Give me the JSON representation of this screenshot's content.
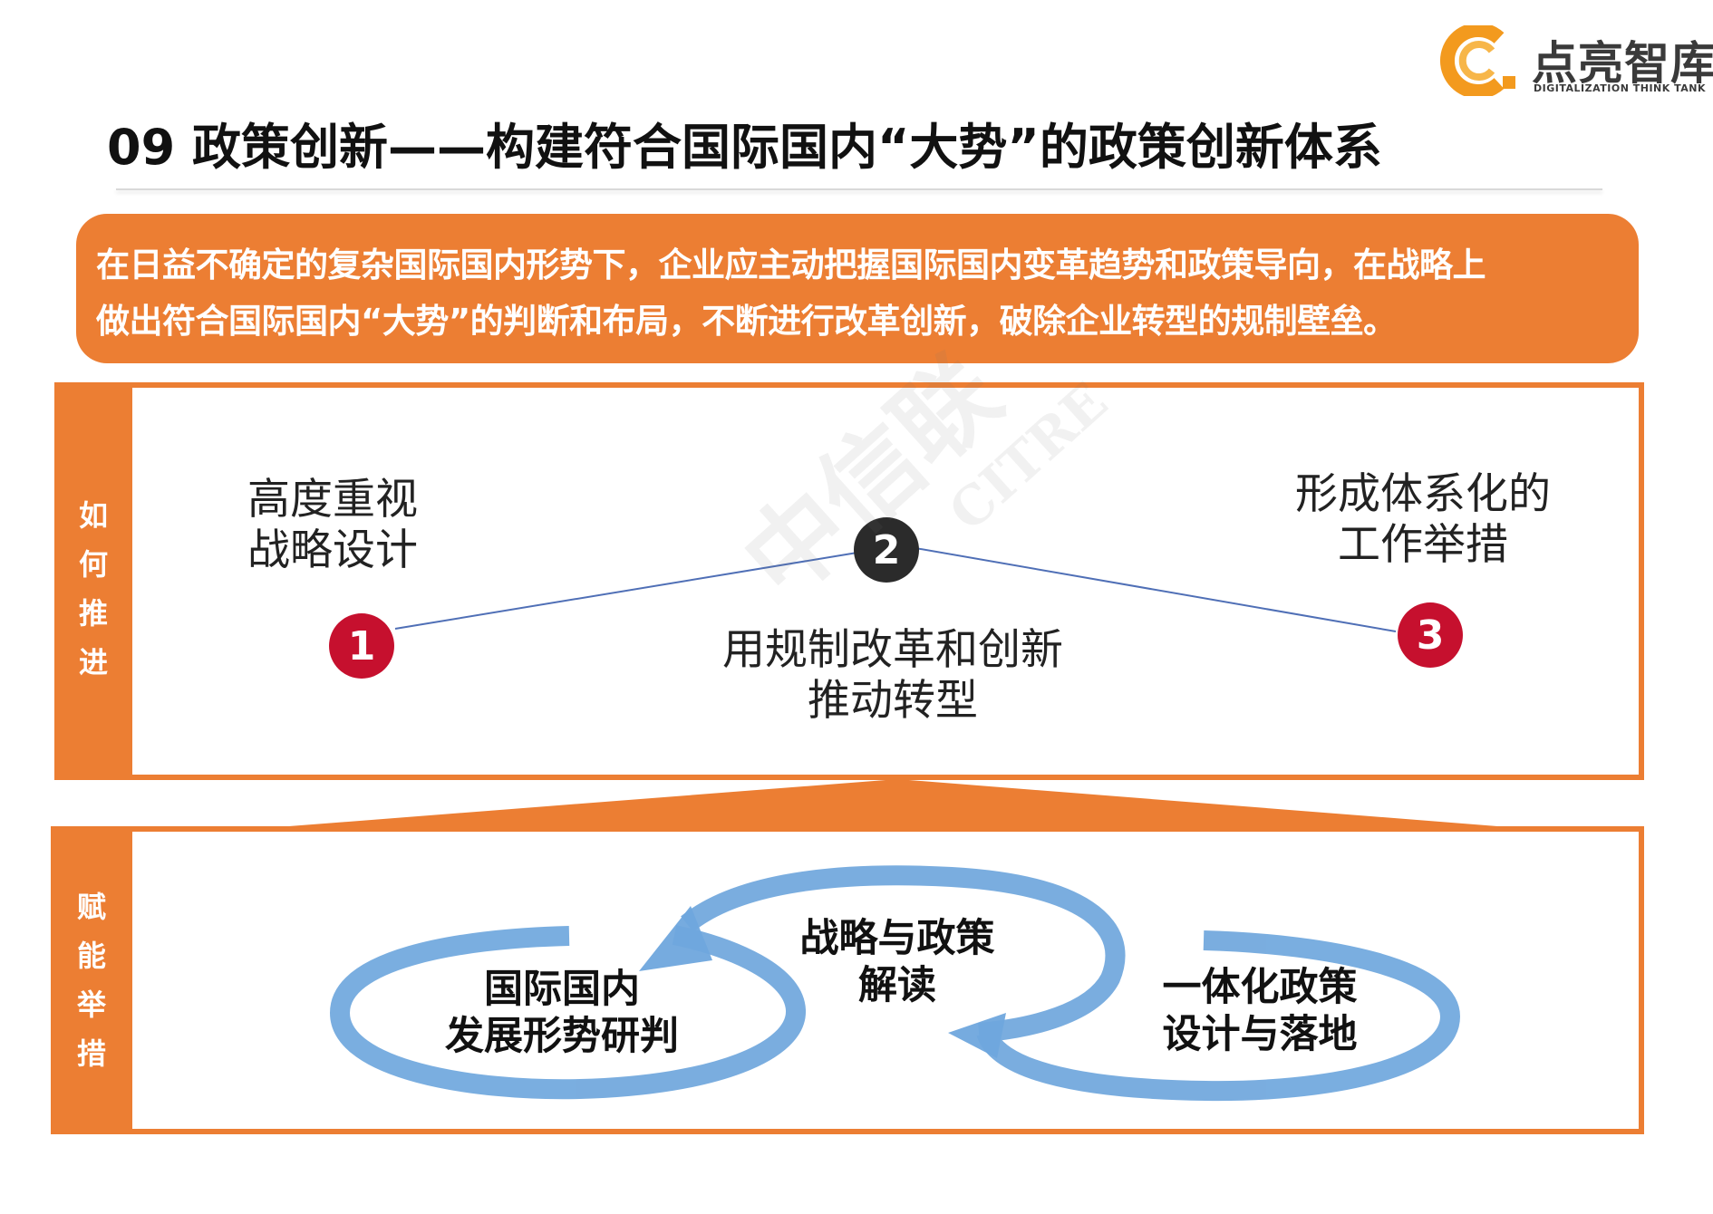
{
  "logo": {
    "name": "点亮智库",
    "subtitle": "DIGITALIZATION THINK TANK",
    "colors": {
      "orange": "#f39a1e",
      "gray": "#3a3a3a"
    }
  },
  "title": "09 政策创新——构建符合国际国内“大势”的政策创新体系",
  "intro": {
    "line1": "在日益不确定的复杂国际国内形势下，企业应主动把握国际国内变革趋势和政策导向，在战略上",
    "line2": "做出符合国际国内“大势”的判断和布局，不断进行改革创新，破除企业转型的规制壁垒。"
  },
  "how": {
    "label": [
      "如",
      "何",
      "推",
      "进"
    ],
    "steps": [
      {
        "number": "1",
        "text_lines": [
          "高度重视",
          "战略设计"
        ]
      },
      {
        "number": "2",
        "text_lines": [
          "用规制改革和创新",
          "推动转型"
        ]
      },
      {
        "number": "3",
        "text_lines": [
          "形成体系化的",
          "工作举措"
        ]
      }
    ]
  },
  "enable": {
    "label": [
      "赋",
      "能",
      "举",
      "措"
    ],
    "cycle": [
      {
        "text_lines": [
          "国际国内",
          "发展形势研判"
        ]
      },
      {
        "text_lines": [
          "战略与政策",
          "解读"
        ]
      },
      {
        "text_lines": [
          "一体化政策",
          "设计与落地"
        ]
      }
    ]
  },
  "watermark": {
    "cn": "中信联",
    "en": "CITRE"
  },
  "colors": {
    "accent_orange": "#ec7e33",
    "marker_red": "#c6102e",
    "marker_dark": "#2b2b2b",
    "cycle_blue": "#6fa7dd"
  }
}
